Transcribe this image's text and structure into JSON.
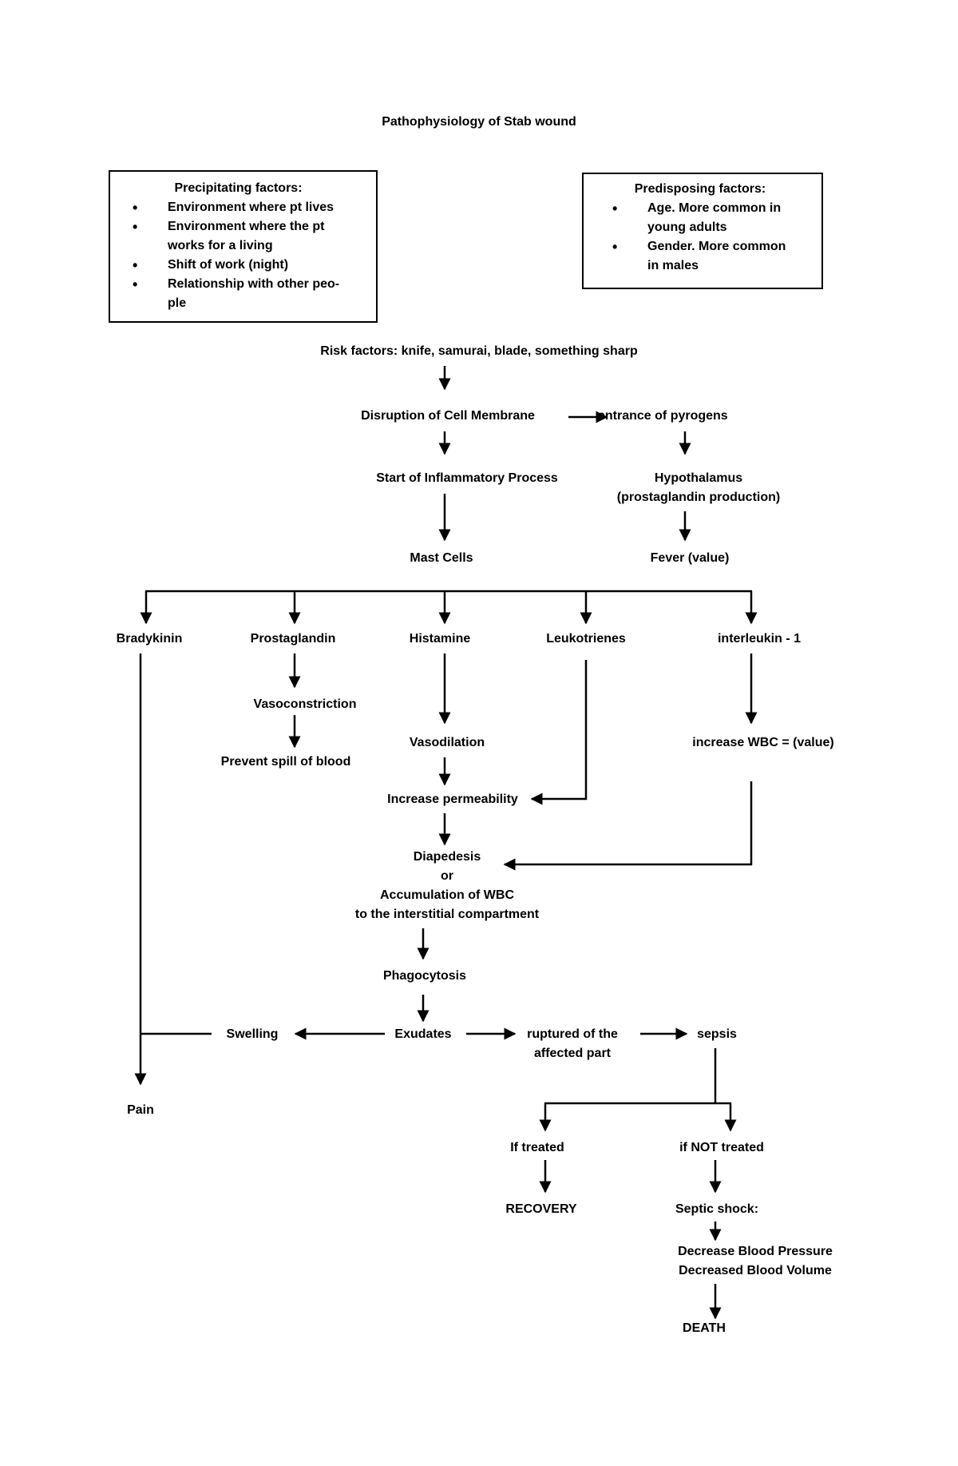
{
  "title": "Pathophysiology of Stab wound",
  "precipitating": {
    "heading": "Precipitating factors:",
    "items": [
      "Environment where pt lives",
      [
        "Environment where the pt",
        "works for a living"
      ],
      "Shift of work (night)",
      [
        "Relationship with other peo-",
        "ple"
      ]
    ]
  },
  "predisposing": {
    "heading": "Predisposing factors:",
    "items": [
      [
        "Age. More common in",
        "young adults"
      ],
      [
        "Gender. More common",
        "in males"
      ]
    ]
  },
  "nodes": {
    "risk": "Risk factors:  knife, samurai, blade, something sharp",
    "disruption": "Disruption of Cell Membrane",
    "pyrogens": "entrance of pyrogens",
    "inflammatory": "Start of Inflammatory Process",
    "hypothalamus": [
      "Hypothalamus",
      "(prostaglandin production)"
    ],
    "mast": "Mast Cells",
    "fever": "Fever (value)",
    "bradykinin": "Bradykinin",
    "prostaglandin": "Prostaglandin",
    "histamine": "Histamine",
    "leukotrienes": "Leukotrienes",
    "interleukin": "interleukin - 1",
    "vasoconstriction": "Vasoconstriction",
    "prevent": "Prevent spill of blood",
    "vasodilation": "Vasodilation",
    "wbc": "increase WBC = (value)",
    "permeability": "Increase permeability",
    "diapedesis": [
      "Diapedesis",
      "or",
      "Accumulation of WBC",
      "to the interstitial compartment"
    ],
    "phagocytosis": "Phagocytosis",
    "swelling": "Swelling",
    "exudates": "Exudates",
    "ruptured": [
      "ruptured of the",
      "affected part"
    ],
    "sepsis": "sepsis",
    "pain": "Pain",
    "treated": "If treated",
    "not_treated": "if NOT treated",
    "recovery": "RECOVERY",
    "septic": "Septic shock:",
    "decrease": [
      "Decrease Blood Pressure",
      "Decreased Blood Volume"
    ],
    "death": "DEATH"
  }
}
